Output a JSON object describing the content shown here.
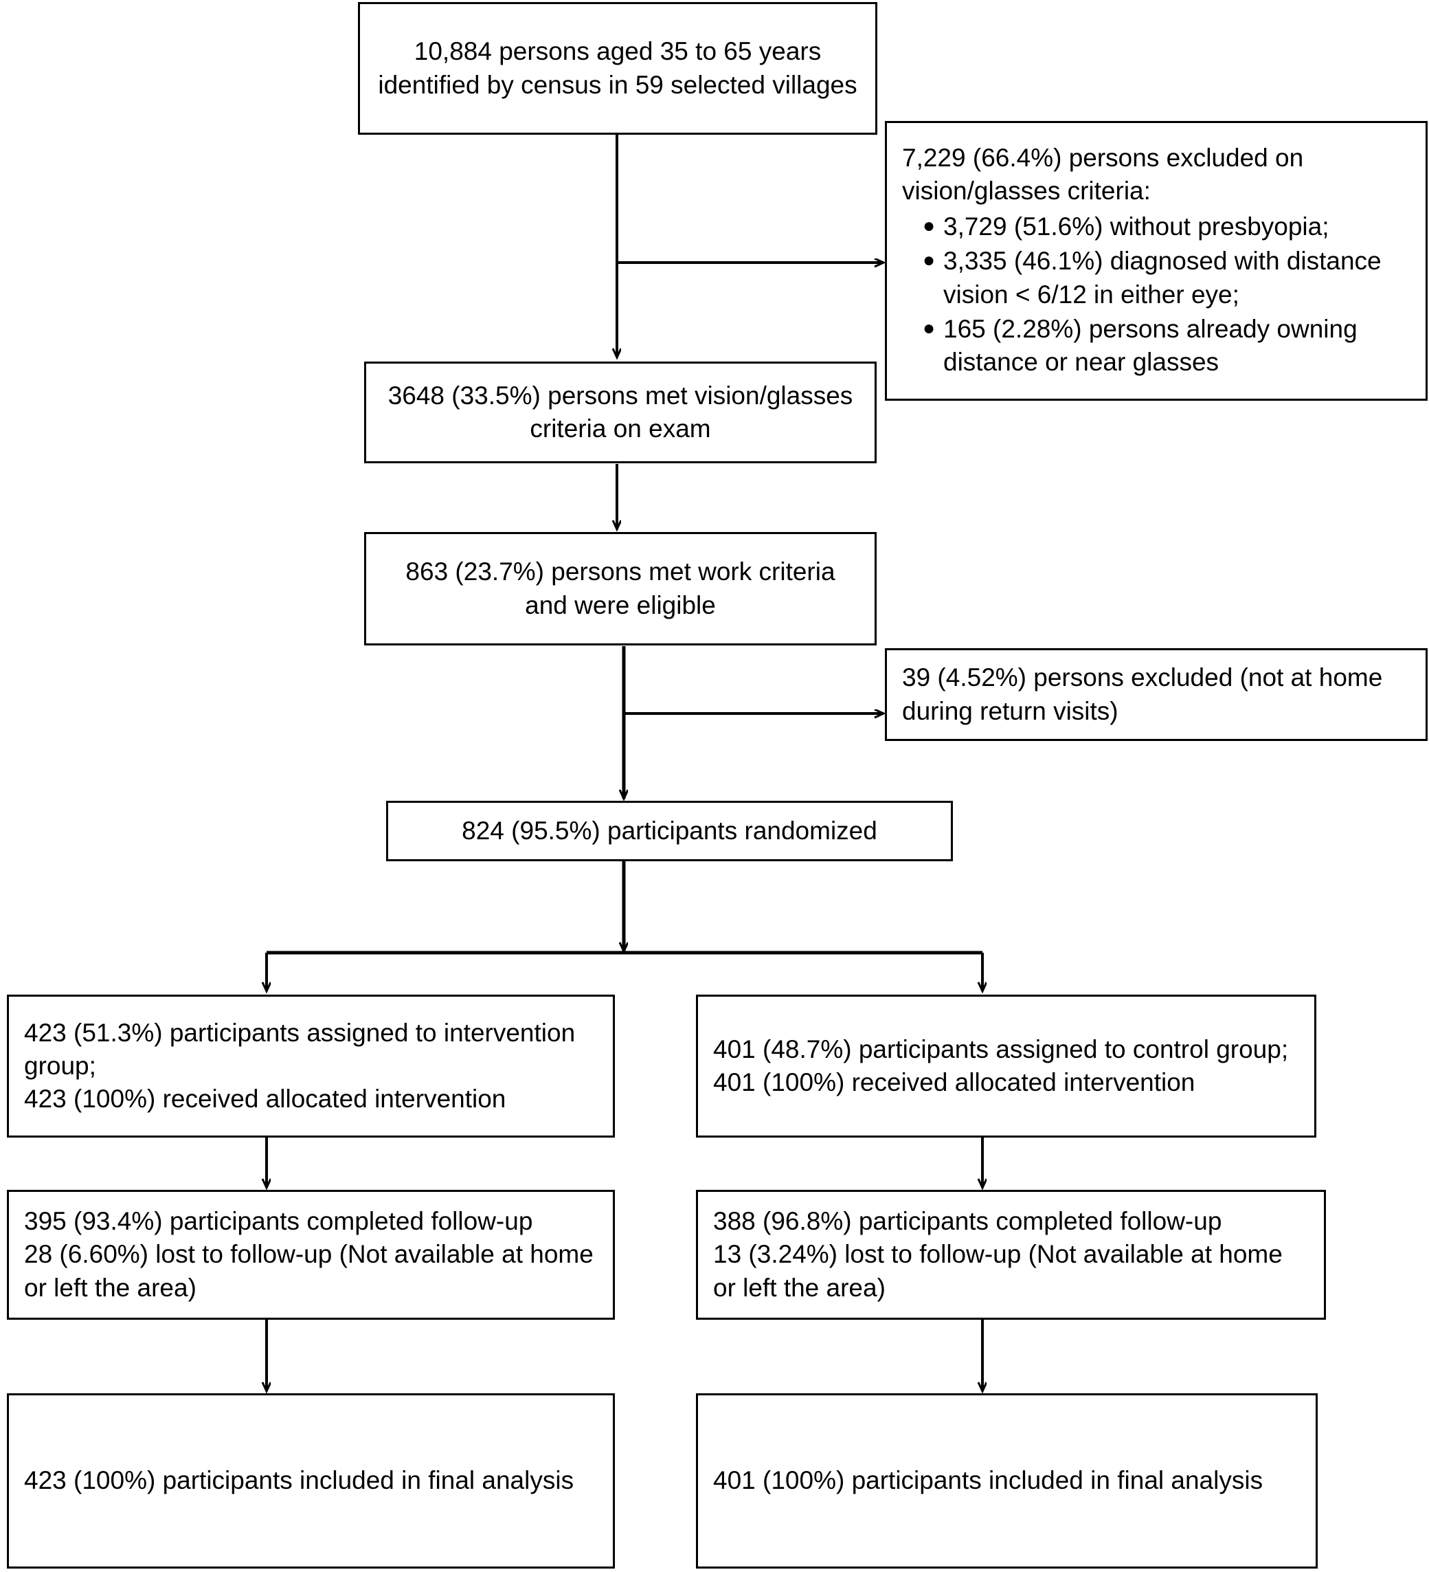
{
  "diagram": {
    "type": "consort-flow-diagram",
    "title": "",
    "nodes": {
      "enrollment": {
        "text": "10,884 persons aged 35 to 65 years identified by census in 59 selected villages",
        "align": "center"
      },
      "exclusion_vision": {
        "lead": "7,229 (66.4%) persons excluded on vision/glasses criteria:",
        "bullet_marker": "●",
        "bullets": [
          "3,729 (51.6%) without presbyopia;",
          "3,335 (46.1%) diagnosed with distance vision < 6/12 in either eye;",
          "165 (2.28%) persons already owning distance or near glasses"
        ],
        "align": "left"
      },
      "met_vision_criteria": {
        "text": "3648 (33.5%) persons met vision/glasses criteria on exam",
        "align": "center"
      },
      "met_work_criteria": {
        "text": "863 (23.7%) persons met work criteria and were eligible",
        "align": "center"
      },
      "exclusion_not_home": {
        "text": "39 (4.52%) persons excluded (not at home during return visits)",
        "align": "left"
      },
      "randomized": {
        "text": "824 (95.5%) participants randomized",
        "align": "center"
      },
      "alloc_intervention": {
        "text": "423 (51.3%) participants assigned to intervention group;\n423 (100%) received allocated intervention",
        "align": "left"
      },
      "alloc_control": {
        "text": "401 (48.7%) participants assigned to control group;\n401 (100%) received allocated intervention",
        "align": "left"
      },
      "followup_intervention": {
        "text": "395 (93.4%) participants completed follow-up\n28 (6.60%) lost to follow-up (Not available at home or left the area)",
        "align": "left"
      },
      "followup_control": {
        "text": "388 (96.8%) participants completed follow-up\n13 (3.24%) lost to follow-up (Not available at home or left the area)",
        "align": "left"
      },
      "analysis_intervention": {
        "text": "423 (100%) participants included in final analysis",
        "align": "left"
      },
      "analysis_control": {
        "text": "401 (100%) participants included in final analysis",
        "align": "left"
      }
    },
    "colors": {
      "stroke": "#000000",
      "fill": "#ffffff",
      "text": "#000000"
    }
  }
}
